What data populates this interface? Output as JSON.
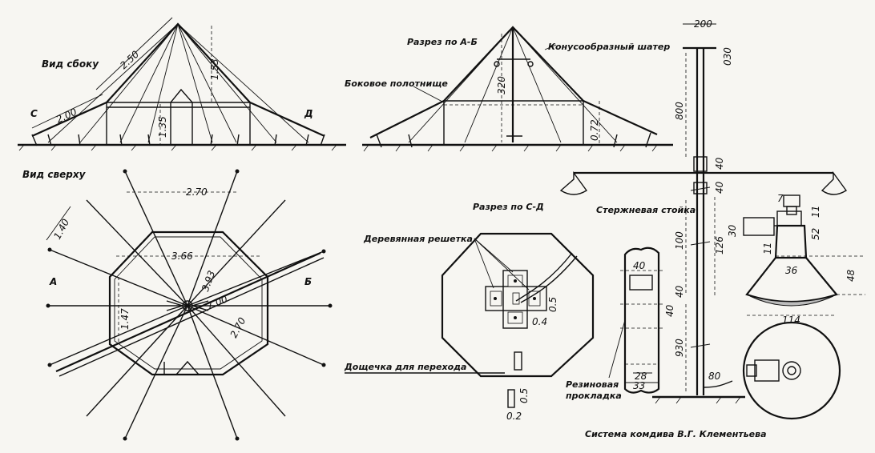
{
  "side_view": {
    "title": "Вид сбоку",
    "letter_left": "С",
    "letter_right": "Д",
    "dim_roof": "2.50",
    "dim_wall": "2.00",
    "dim_height": "1.53",
    "dim_door": "1.35"
  },
  "top_view": {
    "title": "Вид сверху",
    "dim_span": "2.70",
    "dim_peg": "1.40",
    "dim_width": "3.66",
    "dim_diag": "3.93",
    "dim_side": "1.47",
    "dim_pole": "7.00",
    "dim_inner": "2.70",
    "letter_a": "А",
    "letter_b": "Б"
  },
  "section_ab": {
    "title": "Разрез по А-Б",
    "roof_label": "Конусообразный шатер",
    "wall_label": "Боковое полотнище",
    "dim_h": "320",
    "dim_w": "0.72"
  },
  "section_cd": {
    "title": "Разрез по С-Д",
    "grid_label": "Деревянная решетка",
    "plank_label": "Дощечка для перехода",
    "dim_a": "0.5",
    "dim_b": "0.4",
    "dim_c": "0.5",
    "dim_d": "0.2"
  },
  "pole": {
    "dim_top": "200",
    "dim_30": "030",
    "dim_800": "800",
    "dim_40a": "40",
    "dim_40b": "40",
    "label": "Стержневая стойка",
    "dim_100": "100",
    "dim_126": "126",
    "dim_40c": "40",
    "dim_930": "930",
    "dim_80": "80"
  },
  "joint": {
    "dim_40t": "40",
    "dim_40s": "40",
    "dim_28": "28",
    "dim_33": "33",
    "gasket_1": "Резиновая",
    "gasket_2": "прокладка"
  },
  "lamp": {
    "dim_7": "7",
    "dim_11": "11",
    "dim_30": "30",
    "dim_52": "52",
    "dim_11b": "11",
    "dim_36": "36",
    "dim_48": "48",
    "dim_114": "114"
  },
  "caption": "Система комдива В.Г. Клементьева"
}
